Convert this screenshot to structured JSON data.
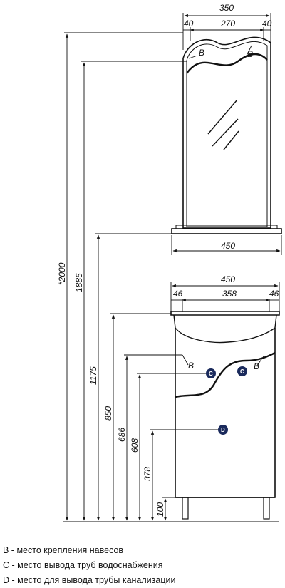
{
  "dimensions": {
    "mirror_total_width": "350",
    "mirror_left_margin": "40",
    "mirror_inner_width": "270",
    "mirror_right_margin": "40",
    "shelf_width": "450",
    "cabinet_width": "450",
    "cabinet_left_offset": "46",
    "cabinet_inner_width": "358",
    "cabinet_right_offset": "46",
    "total_height": "*2000",
    "mirror_mount_height": "1885",
    "shelf_height": "1175",
    "basin_height": "850",
    "mount_b_height": "686",
    "water_c_height": "608",
    "drain_d_height": "378",
    "leg_height": "100"
  },
  "markers": {
    "b_left": "B",
    "b_right": "B",
    "b_cab_left": "B",
    "b_cab_right": "B",
    "c_left": "C",
    "c_right": "C",
    "d": "D"
  },
  "legend": [
    "B - место крепления навесов",
    "C - место вывода труб водоснабжения",
    "D - место для вывода трубы канализации"
  ],
  "colors": {
    "line": "#111111",
    "badge": "#1a2a5c"
  }
}
